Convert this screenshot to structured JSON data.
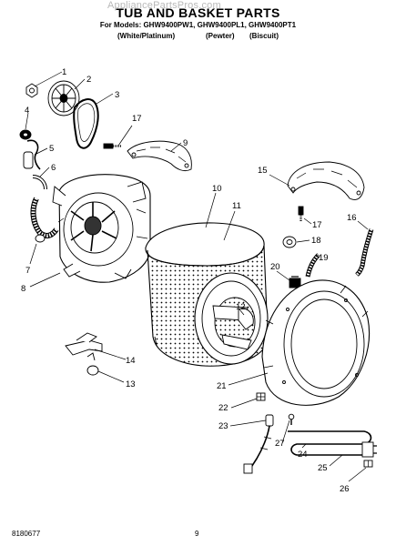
{
  "watermark": "AppliancePartsPros.com",
  "title": "TUB AND BASKET PARTS",
  "models_line": "For Models: GHW9400PW1, GHW9400PL1, GHW9400PT1",
  "colors": [
    "(White/Platinum)",
    "(Pewter)",
    "(Biscuit)"
  ],
  "callouts": [
    "1",
    "2",
    "3",
    "4",
    "5",
    "6",
    "7",
    "8",
    "9",
    "10",
    "11",
    "12",
    "13",
    "14",
    "15",
    "16",
    "17",
    "17",
    "18",
    "19",
    "20",
    "21",
    "22",
    "23",
    "24",
    "25",
    "26",
    "27"
  ],
  "footer": {
    "doc_number": "8180677",
    "page_number": "9"
  }
}
